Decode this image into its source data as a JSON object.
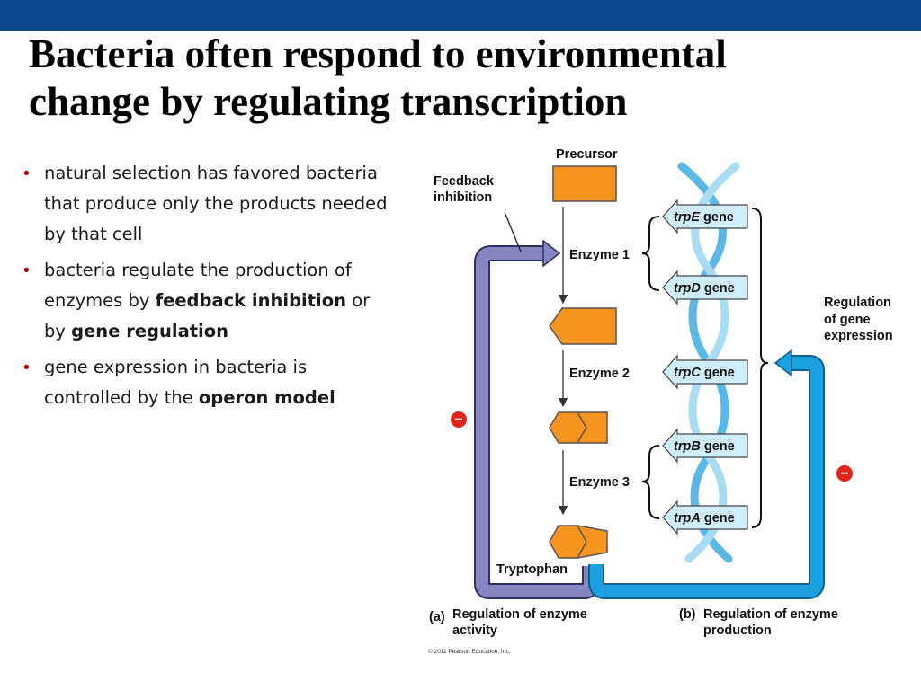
{
  "title": {
    "line1": "Bacteria often respond to environmental",
    "line2": "change by regulating transcription"
  },
  "bullets": [
    {
      "text_before": "natural selection has favored bacteria that produce only the products needed by that cell"
    },
    {
      "text_before": "bacteria regulate the production of enzymes by ",
      "bold1": "feedback inhibition",
      "middle": " or by ",
      "bold2": "gene regulation"
    },
    {
      "text_before": "gene expression in bacteria is controlled by the ",
      "bold1": "operon model"
    }
  ],
  "figure": {
    "precursor": "Precursor",
    "feedback_line1": "Feedback",
    "feedback_line2": "inhibition",
    "enzyme1": "Enzyme 1",
    "enzyme2": "Enzyme 2",
    "enzyme3": "Enzyme 3",
    "tryptophan": "Tryptophan",
    "genes": [
      {
        "name": "trpE",
        "suffix": " gene"
      },
      {
        "name": "trpD",
        "suffix": " gene"
      },
      {
        "name": "trpC",
        "suffix": " gene"
      },
      {
        "name": "trpB",
        "suffix": " gene"
      },
      {
        "name": "trpA",
        "suffix": " gene"
      }
    ],
    "regulation_line1": "Regulation",
    "regulation_line2": "of gene",
    "regulation_line3": "expression",
    "minus": "−",
    "caption_a_letter": "(a)",
    "caption_a_line1": "Regulation of enzyme",
    "caption_a_line2": "activity",
    "caption_b_letter": "(b)",
    "caption_b_line1": "Regulation of enzyme",
    "caption_b_line2": "production",
    "copyright": "© 2011 Pearson Education, Inc."
  },
  "colors": {
    "top_bar": "#0b4a8f",
    "bullet": "#c00000",
    "orange": "#f7941d",
    "purple_arrow": "#8585c2",
    "blue_arrow": "#1ba1e2",
    "gene_box": "#cfeefb",
    "minus_red": "#e2231a"
  }
}
